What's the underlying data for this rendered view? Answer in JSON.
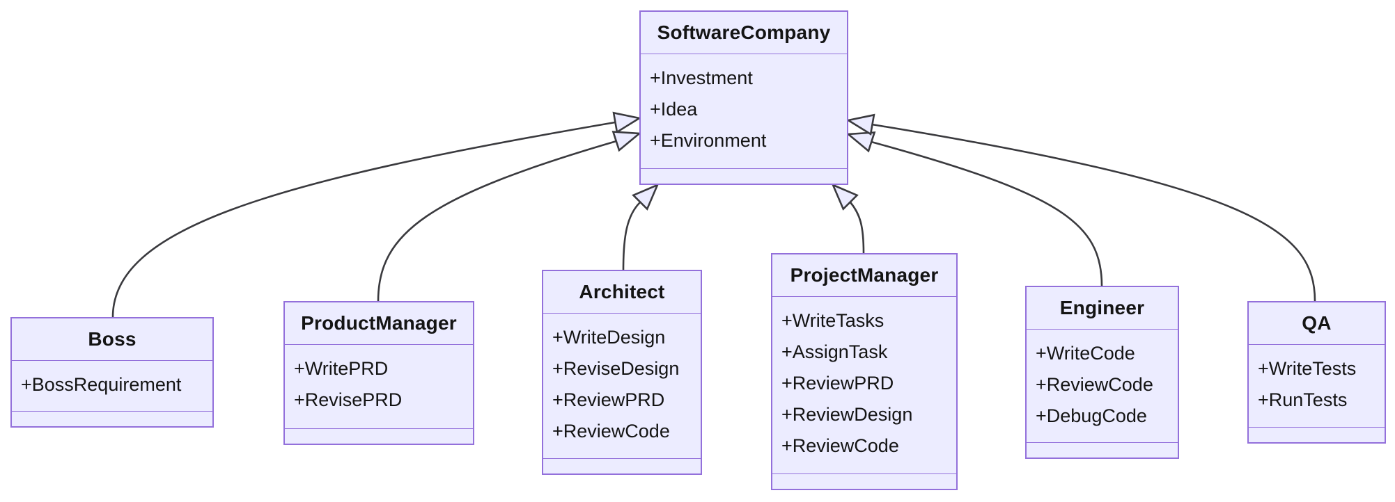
{
  "diagram": {
    "kind": "uml-class-diagram",
    "colors": {
      "node_fill": "#ECECFF",
      "node_border": "#9370DB",
      "edge_line": "#3a3a3e",
      "text": "#141414",
      "background": "#ffffff"
    },
    "classes": [
      {
        "id": "SoftwareCompany",
        "title": "SoftwareCompany",
        "members": [
          "+Investment",
          "+Idea",
          "+Environment"
        ],
        "methods": []
      },
      {
        "id": "Boss",
        "title": "Boss",
        "members": [
          "+BossRequirement"
        ],
        "methods": []
      },
      {
        "id": "ProductManager",
        "title": "ProductManager",
        "members": [
          "+WritePRD",
          "+RevisePRD"
        ],
        "methods": []
      },
      {
        "id": "Architect",
        "title": "Architect",
        "members": [
          "+WriteDesign",
          "+ReviseDesign",
          "+ReviewPRD",
          "+ReviewCode"
        ],
        "methods": []
      },
      {
        "id": "ProjectManager",
        "title": "ProjectManager",
        "members": [
          "+WriteTasks",
          "+AssignTask",
          "+ReviewPRD",
          "+ReviewDesign",
          "+ReviewCode"
        ],
        "methods": []
      },
      {
        "id": "Engineer",
        "title": "Engineer",
        "members": [
          "+WriteCode",
          "+ReviewCode",
          "+DebugCode"
        ],
        "methods": []
      },
      {
        "id": "QA",
        "title": "QA",
        "members": [
          "+WriteTests",
          "+RunTests"
        ],
        "methods": []
      }
    ],
    "relationships": [
      {
        "from": "Boss",
        "to": "SoftwareCompany",
        "type": "inheritance"
      },
      {
        "from": "ProductManager",
        "to": "SoftwareCompany",
        "type": "inheritance"
      },
      {
        "from": "Architect",
        "to": "SoftwareCompany",
        "type": "inheritance"
      },
      {
        "from": "ProjectManager",
        "to": "SoftwareCompany",
        "type": "inheritance"
      },
      {
        "from": "Engineer",
        "to": "SoftwareCompany",
        "type": "inheritance"
      },
      {
        "from": "QA",
        "to": "SoftwareCompany",
        "type": "inheritance"
      }
    ]
  }
}
